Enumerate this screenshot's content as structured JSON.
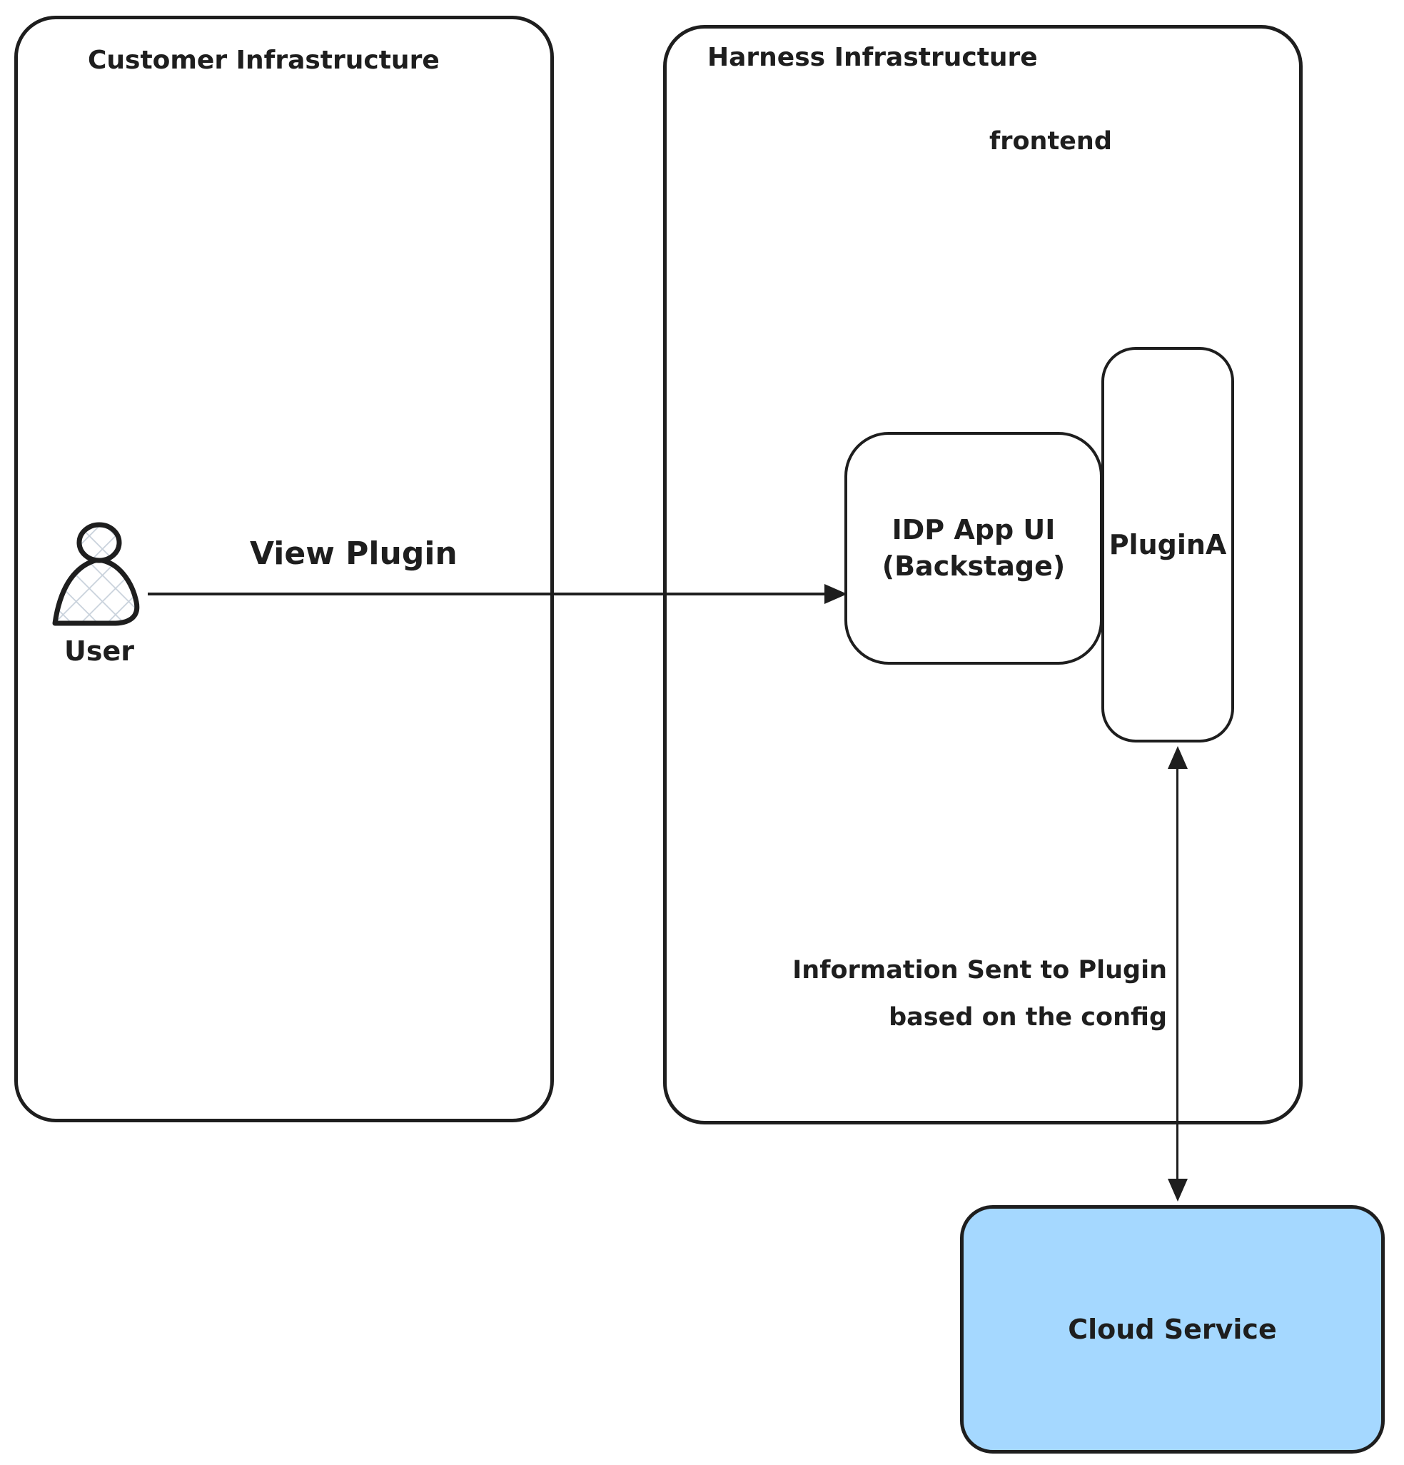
{
  "scene": {
    "customer": {
      "title": "Customer Infrastructure"
    },
    "harness": {
      "title": "Harness Infrastructure",
      "frontend_label": "frontend"
    },
    "idp": {
      "line1": "IDP App UI",
      "line2": "(Backstage)"
    },
    "plugin": {
      "label": "PluginA"
    },
    "user": {
      "label": "User"
    },
    "view_plugin_arrow": {
      "label": "View Plugin",
      "direction": "right"
    },
    "info_arrow": {
      "line1": "Information Sent to Plugin",
      "line2": "based on the config",
      "direction": "both"
    },
    "cloud": {
      "label": "Cloud Service"
    },
    "colors": {
      "stroke": "#1e1e1e",
      "cloud_fill": "#a5d8ff",
      "hatch_line": "#c8d1db"
    }
  }
}
